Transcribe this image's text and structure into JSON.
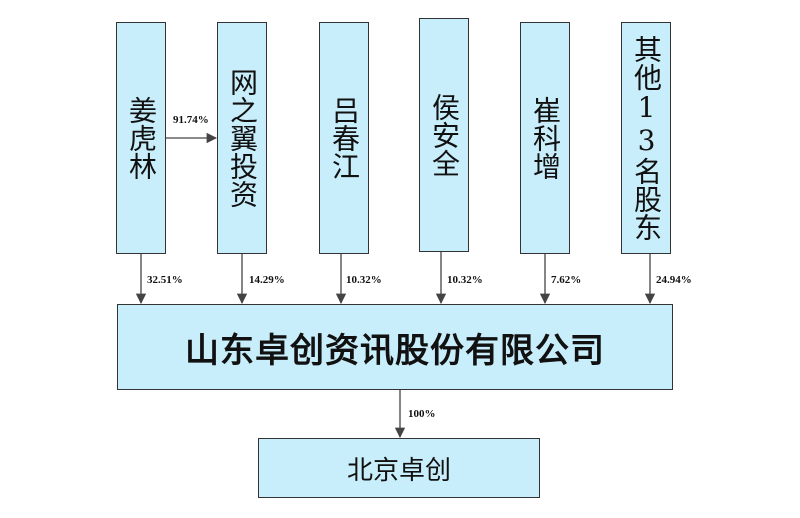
{
  "shareholders": [
    {
      "id": "jiang",
      "name": "姜虎林",
      "pct": "32.51%"
    },
    {
      "id": "wangzhiyi",
      "name": "网之翼投资",
      "pct": "14.29%"
    },
    {
      "id": "lv",
      "name": "吕春江",
      "pct": "10.32%"
    },
    {
      "id": "hou",
      "name": "侯安全",
      "pct": "10.32%"
    },
    {
      "id": "cui",
      "name": "崔科增",
      "pct": "7.62%"
    },
    {
      "id": "others",
      "name": "其他13名股东",
      "pct": "24.94%"
    }
  ],
  "holding_link": {
    "from": "姜虎林",
    "to": "网之翼投资",
    "pct": "91.74%"
  },
  "company": {
    "name": "山东卓创资讯股份有限公司"
  },
  "subsidiary": {
    "name": "北京卓创",
    "pct": "100%"
  },
  "colors": {
    "box_fill": "#c9eefb",
    "border": "#333333",
    "arrow": "#444444"
  }
}
